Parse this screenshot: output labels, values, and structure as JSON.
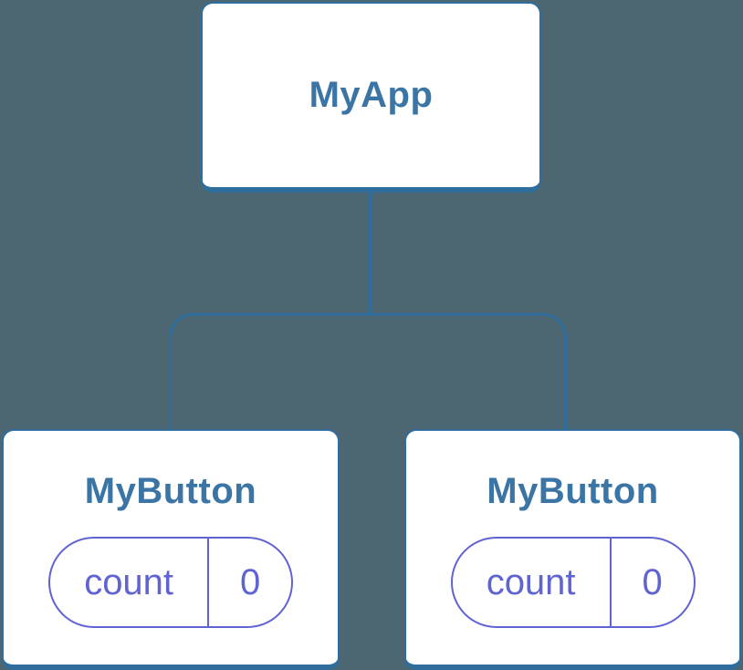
{
  "diagram": {
    "description": "component tree diagram",
    "root": {
      "label": "MyApp"
    },
    "children": [
      {
        "label": "MyButton",
        "state": {
          "key": "count",
          "value": "0"
        }
      },
      {
        "label": "MyButton",
        "state": {
          "key": "count",
          "value": "0"
        }
      }
    ],
    "colors": {
      "background": "#4c6772",
      "node_fill": "#ffffff",
      "node_stroke": "#2e6d9c",
      "label_text": "#3a75a5",
      "state_accent": "#6064d2"
    }
  }
}
